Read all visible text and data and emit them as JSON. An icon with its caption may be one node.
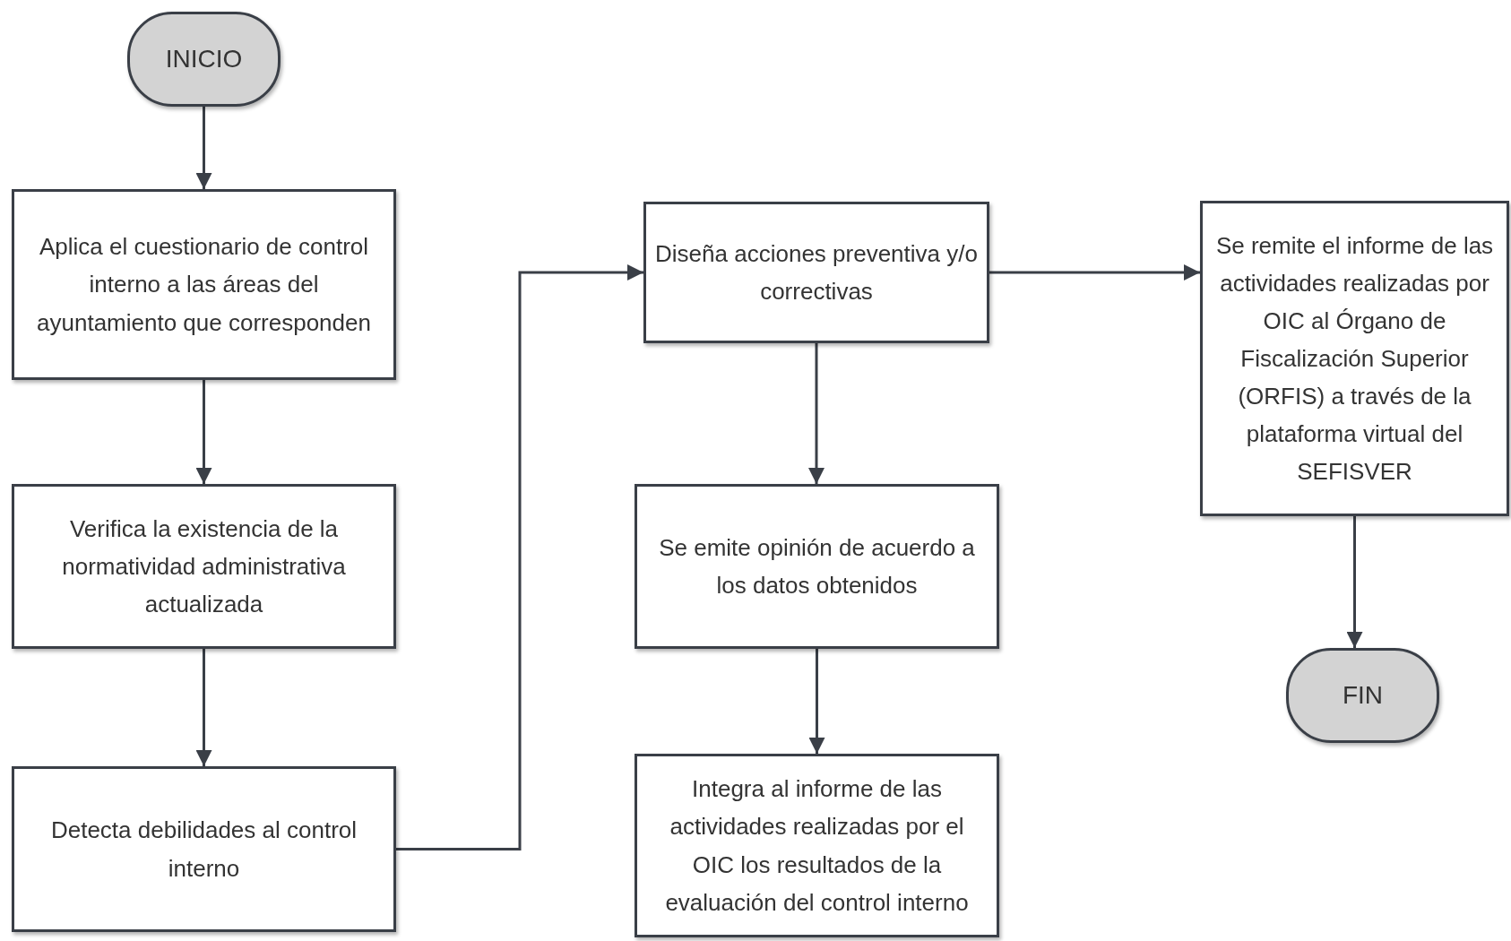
{
  "diagram": {
    "nodes": [
      {
        "text": [
          "INICIO"
        ]
      },
      {
        "text": [
          "Aplica el cuestionario de control interno a las áreas del ayuntamiento que corresponden"
        ]
      },
      {
        "text": [
          "Verifica la existencia de la normatividad administrativa actualizada"
        ]
      },
      {
        "text": [
          "Detecta debilidades al control interno"
        ]
      },
      {
        "text": [
          "Diseña acciones preventiva y/o correctivas"
        ]
      },
      {
        "text": [
          "Se emite opinión de acuerdo a los datos obtenidos"
        ]
      },
      {
        "text": [
          "Integra al informe de las actividades realizadas por el OIC los resultados de la evaluación del control interno"
        ]
      },
      {
        "text": [
          "Se remite el informe de las actividades realizadas por OIC al Órgano de Fiscalización Superior (ORFIS) a través de la plataforma virtual del SEFISVER"
        ]
      },
      {
        "text": [
          "FIN"
        ]
      }
    ],
    "edges": [
      {
        "from": 0,
        "to": 1,
        "arrow": "to"
      },
      {
        "from": 1,
        "to": 2,
        "arrow": "to"
      },
      {
        "from": 2,
        "to": 3,
        "arrow": "to"
      },
      {
        "from": 3,
        "to": 4,
        "arrow": "to"
      },
      {
        "from": 4,
        "to": 5,
        "arrow": "to"
      },
      {
        "from": 5,
        "to": 6,
        "arrow": "to"
      },
      {
        "from": 4,
        "to": 7,
        "arrow": "to"
      },
      {
        "from": 7,
        "to": 8,
        "arrow": "to"
      }
    ]
  }
}
